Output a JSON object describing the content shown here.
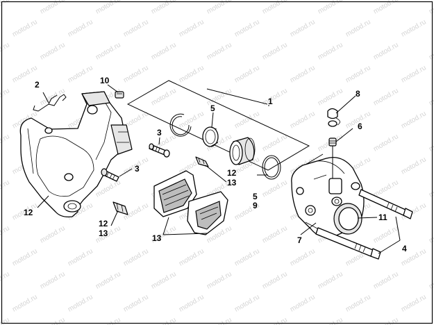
{
  "watermark": {
    "text": "motod.ru",
    "color": "#d4d4d4"
  },
  "callouts": {
    "c1": "1",
    "c2": "2",
    "c3a": "3",
    "c3b": "3",
    "c4": "4",
    "c5a": "5",
    "c5b": "5",
    "c6": "6",
    "c7": "7",
    "c8": "8",
    "c9": "9",
    "c10": "10",
    "c11": "11",
    "c12a": "12",
    "c12b": "12",
    "c12c": "12",
    "c13a": "13",
    "c13b": "13",
    "c13c": "13"
  },
  "frame_color": "#000000"
}
